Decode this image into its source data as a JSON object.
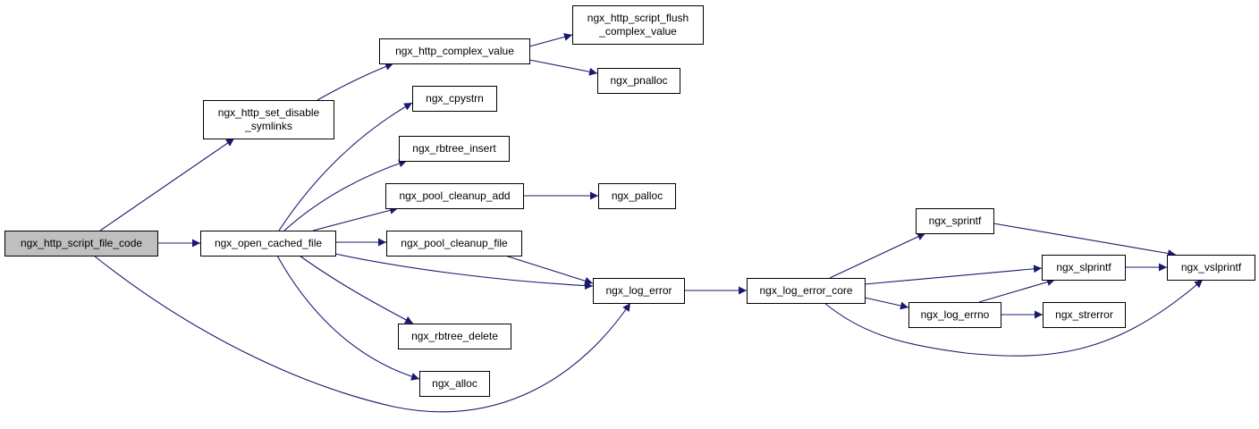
{
  "colors": {
    "edge": "#191970",
    "node_fill": "#ffffff",
    "root_fill": "#bfbfbf",
    "border": "#000000"
  },
  "nodes": [
    {
      "id": "file_code",
      "lines": [
        "ngx_http_script_file_code"
      ],
      "root": true
    },
    {
      "id": "set_disable_symlinks",
      "lines": [
        "ngx_http_set_disable",
        "_symlinks"
      ]
    },
    {
      "id": "complex_value",
      "lines": [
        "ngx_http_complex_value"
      ]
    },
    {
      "id": "flush_complex_value",
      "lines": [
        "ngx_http_script_flush",
        "_complex_value"
      ]
    },
    {
      "id": "pnalloc",
      "lines": [
        "ngx_pnalloc"
      ]
    },
    {
      "id": "open_cached_file",
      "lines": [
        "ngx_open_cached_file"
      ]
    },
    {
      "id": "cpystrn",
      "lines": [
        "ngx_cpystrn"
      ]
    },
    {
      "id": "rbtree_insert",
      "lines": [
        "ngx_rbtree_insert"
      ]
    },
    {
      "id": "pool_cleanup_add",
      "lines": [
        "ngx_pool_cleanup_add"
      ]
    },
    {
      "id": "palloc",
      "lines": [
        "ngx_palloc"
      ]
    },
    {
      "id": "pool_cleanup_file",
      "lines": [
        "ngx_pool_cleanup_file"
      ]
    },
    {
      "id": "log_error",
      "lines": [
        "ngx_log_error"
      ]
    },
    {
      "id": "rbtree_delete",
      "lines": [
        "ngx_rbtree_delete"
      ]
    },
    {
      "id": "alloc",
      "lines": [
        "ngx_alloc"
      ]
    },
    {
      "id": "log_error_core",
      "lines": [
        "ngx_log_error_core"
      ]
    },
    {
      "id": "sprintf",
      "lines": [
        "ngx_sprintf"
      ]
    },
    {
      "id": "slprintf",
      "lines": [
        "ngx_slprintf"
      ]
    },
    {
      "id": "vslprintf",
      "lines": [
        "ngx_vslprintf"
      ]
    },
    {
      "id": "log_errno",
      "lines": [
        "ngx_log_errno"
      ]
    },
    {
      "id": "strerror",
      "lines": [
        "ngx_strerror"
      ]
    }
  ],
  "edges": [
    {
      "from": "file_code",
      "to": "set_disable_symlinks"
    },
    {
      "from": "file_code",
      "to": "open_cached_file"
    },
    {
      "from": "file_code",
      "to": "log_error"
    },
    {
      "from": "set_disable_symlinks",
      "to": "complex_value"
    },
    {
      "from": "complex_value",
      "to": "flush_complex_value"
    },
    {
      "from": "complex_value",
      "to": "pnalloc"
    },
    {
      "from": "open_cached_file",
      "to": "cpystrn"
    },
    {
      "from": "open_cached_file",
      "to": "rbtree_insert"
    },
    {
      "from": "open_cached_file",
      "to": "pool_cleanup_add"
    },
    {
      "from": "open_cached_file",
      "to": "pool_cleanup_file"
    },
    {
      "from": "open_cached_file",
      "to": "log_error"
    },
    {
      "from": "open_cached_file",
      "to": "rbtree_delete"
    },
    {
      "from": "open_cached_file",
      "to": "alloc"
    },
    {
      "from": "pool_cleanup_add",
      "to": "palloc"
    },
    {
      "from": "pool_cleanup_file",
      "to": "log_error"
    },
    {
      "from": "log_error",
      "to": "log_error_core"
    },
    {
      "from": "log_error_core",
      "to": "sprintf"
    },
    {
      "from": "log_error_core",
      "to": "slprintf"
    },
    {
      "from": "log_error_core",
      "to": "log_errno"
    },
    {
      "from": "log_error_core",
      "to": "vslprintf"
    },
    {
      "from": "sprintf",
      "to": "vslprintf"
    },
    {
      "from": "slprintf",
      "to": "vslprintf"
    },
    {
      "from": "log_errno",
      "to": "slprintf"
    },
    {
      "from": "log_errno",
      "to": "strerror"
    }
  ]
}
